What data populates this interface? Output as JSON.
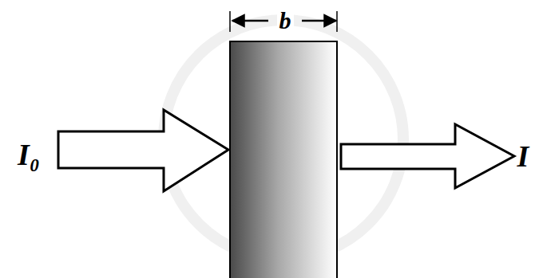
{
  "diagram": {
    "labels": [
      "I₀",
      "b",
      "I"
    ]
  }
}
